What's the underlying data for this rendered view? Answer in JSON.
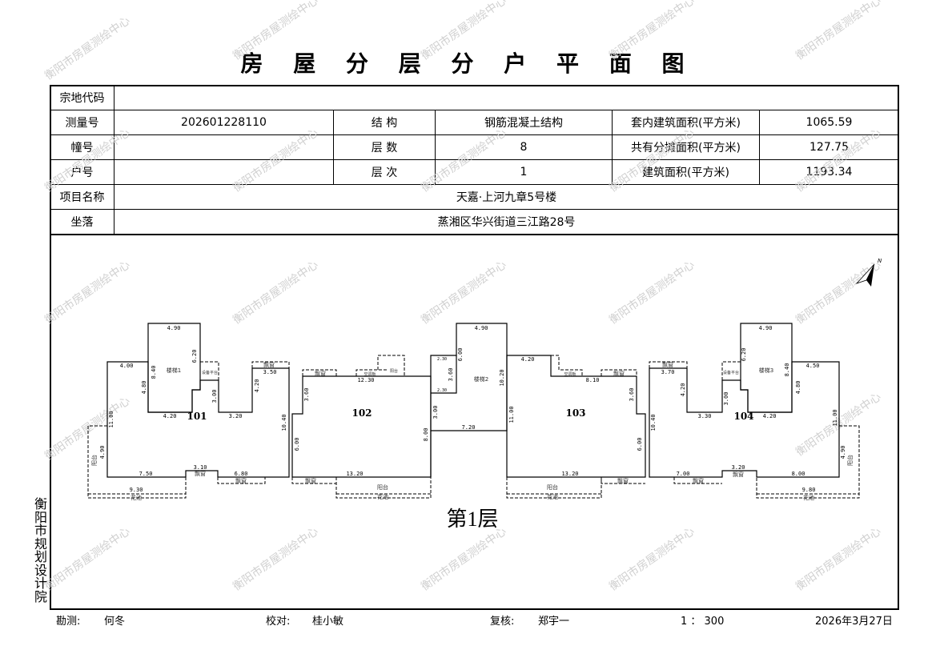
{
  "title": "房 屋 分 层 分 户 平 面 图",
  "info": {
    "parcel_code_label": "宗地代码",
    "parcel_code": "",
    "survey_no_label": "测量号",
    "survey_no": "202601228110",
    "structure_label": "结  构",
    "structure": "钢筋混凝土结构",
    "inner_area_label": "套内建筑面积(平方米)",
    "inner_area": "1065.59",
    "building_no_label": "幢号",
    "building_no": "",
    "floors_label": "层  数",
    "floors": "8",
    "shared_area_label": "共有分摊面积(平方米)",
    "shared_area": "127.75",
    "unit_no_label": "户号",
    "unit_no": "",
    "floor_label": "层  次",
    "floor": "1",
    "total_area_label": "建筑面积(平方米)",
    "total_area": "1193.34",
    "project_label": "项目名称",
    "project": "天嘉·上河九章5号楼",
    "location_label": "坐落",
    "location": "蒸湘区华兴街道三江路28号"
  },
  "plan": {
    "floor_caption": "第1层",
    "north": "N",
    "terms": {
      "bay": "飘窗",
      "balcony": "阳台",
      "garden": "花池",
      "equip": "设备平台",
      "ac": "空调板"
    },
    "u101": {
      "id": "101",
      "stair": "楼梯1",
      "dims": [
        "4.90",
        "6.20",
        "8.40",
        "4.00",
        "4.80",
        "3.00",
        "4.20",
        "3.50",
        "4.20",
        "3.20",
        "11.00",
        "10.40",
        "4.90",
        "7.50",
        "3.10",
        "6.80",
        "9.30"
      ]
    },
    "u102": {
      "id": "102",
      "stair": "楼梯2",
      "dims": [
        "12.30",
        "3.60",
        "6.00",
        "13.20",
        "4.90",
        "6.00",
        "10.20",
        "2.30",
        "2.30",
        "3.60",
        "3.00",
        "8.00",
        "7.20"
      ]
    },
    "u103": {
      "id": "103",
      "dims": [
        "4.20",
        "8.10",
        "3.60",
        "11.00",
        "6.00",
        "13.20"
      ]
    },
    "u104": {
      "id": "104",
      "stair": "楼梯3",
      "dims": [
        "3.70",
        "4.20",
        "3.30",
        "3.00",
        "4.90",
        "6.20",
        "8.40",
        "4.50",
        "4.80",
        "4.20",
        "10.40",
        "11.00",
        "4.90",
        "7.00",
        "3.20",
        "8.00",
        "9.80"
      ]
    }
  },
  "side_text": "衡阳市规划设计院",
  "watermark": "衡阳市房屋测绘中心",
  "footer": {
    "surveyor_label": "勘测:",
    "surveyor": "何冬",
    "checker_label": "校对:",
    "checker": "桂小敏",
    "reviewer_label": "复核:",
    "reviewer": "郑宇一",
    "scale": "1 ： 300",
    "date": "2026年3月27日"
  }
}
